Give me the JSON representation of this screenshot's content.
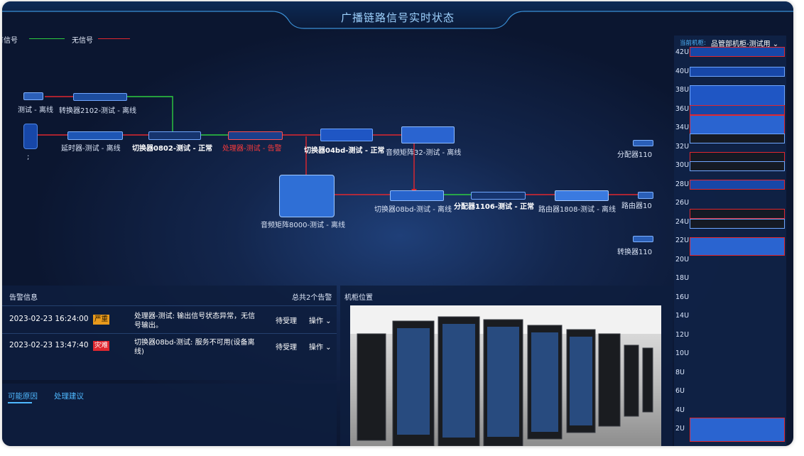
{
  "header": {
    "title": "广播链路信号实时状态"
  },
  "legend": {
    "signal_label": "有信号",
    "no_signal_label": "无信号",
    "signal_color": "#2ecc40",
    "no_signal_color": "#e0272f"
  },
  "nodes": {
    "n1": "测试 - 离线",
    "n2": "转换器2102-测试 - 离线",
    "n3": "延时器-测试 - 离线",
    "n4": "切换器0802-测试 - 正常",
    "n5": "处理器-测试 - 告警",
    "n6": "切换器04bd-测试 - 正常",
    "n7": "音频矩阵32-测试 - 离线",
    "n8": "音频矩阵8000-测试 - 离线",
    "n9": "切换器08bd-测试 - 离线",
    "n10": "分配器1106-测试 - 正常",
    "n11": "路由器1808-测试 - 离线",
    "n12": "路由器10",
    "n13": "分配器110",
    "n14": "转换器110",
    "semi": ";"
  },
  "alarms": {
    "title": "告警信息",
    "total": "总共2个告警",
    "rows": [
      {
        "time": "2023-02-23 16:24:00",
        "level": "严重",
        "level_color": "#e89a1c",
        "desc_line1": "处理器-测试: 输出信号状态异常，无信",
        "desc_line2": "号输出。",
        "status": "待受理",
        "action": "操作"
      },
      {
        "time": "2023-02-23 13:47:40",
        "level": "灾难",
        "level_color": "#e0272f",
        "desc_line1": "切换器08bd-测试: 服务不可用(设备离",
        "desc_line2": "线)",
        "status": "待受理",
        "action": "操作"
      }
    ]
  },
  "bottom_tabs": {
    "tab1": "可能原因",
    "tab2": "处理建议"
  },
  "cabinet": {
    "title": "机柜位置"
  },
  "rack": {
    "current_label": "当前机柜:",
    "current_value": "品管部机柜-测试用",
    "units": [
      "42U",
      "40U",
      "38U",
      "36U",
      "34U",
      "32U",
      "30U",
      "28U",
      "26U",
      "24U",
      "22U",
      "20U",
      "18U",
      "16U",
      "14U",
      "12U",
      "10U",
      "8U",
      "6U",
      "4U",
      "2U"
    ]
  }
}
